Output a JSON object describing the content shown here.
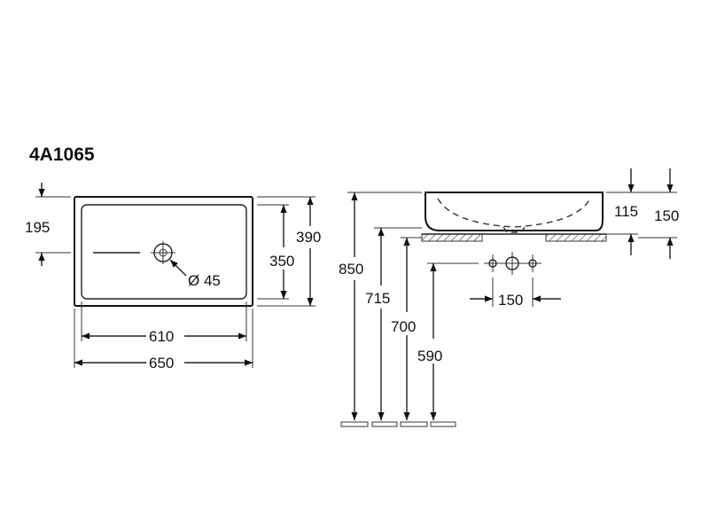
{
  "model_code": "4A1065",
  "top_view": {
    "dims": {
      "offset_195": "195",
      "inner_width_610": "610",
      "outer_width_650": "650",
      "inner_depth_350": "350",
      "outer_depth_390": "390",
      "tap_hole": "Ø 45"
    }
  },
  "side_view": {
    "dims": {
      "height_115": "115",
      "height_150": "150",
      "spacing_150": "150",
      "height_850": "850",
      "height_715": "715",
      "height_700": "700",
      "height_590": "590"
    }
  }
}
